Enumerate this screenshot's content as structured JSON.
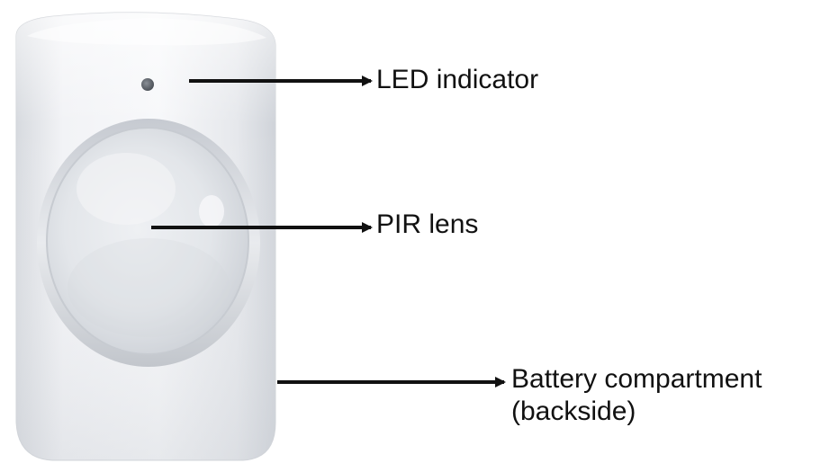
{
  "diagram": {
    "callouts": [
      {
        "id": "led",
        "label": "LED indicator"
      },
      {
        "id": "pir",
        "label": "PIR lens"
      },
      {
        "id": "battery",
        "label_line1": "Battery compartment",
        "label_line2": "(backside)"
      }
    ],
    "colors": {
      "background": "#ffffff",
      "device_body": "#eceef1",
      "arrow": "#111111",
      "label_text": "#111111"
    }
  }
}
